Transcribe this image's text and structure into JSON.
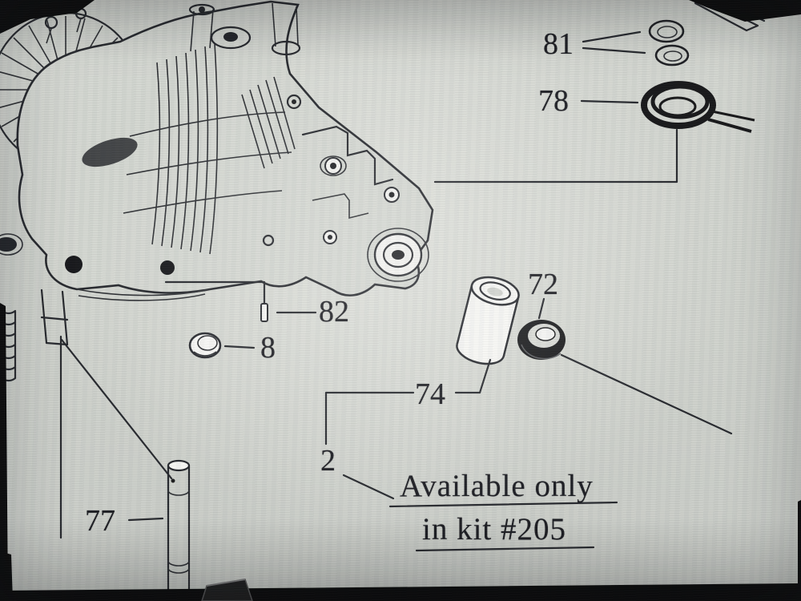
{
  "screen": {
    "background": "#cfd2cc",
    "bezel_color": "#070707",
    "line_color": "#23252a"
  },
  "callouts": [
    {
      "id": "81",
      "label": "81"
    },
    {
      "id": "78",
      "label": "78"
    },
    {
      "id": "82",
      "label": "82"
    },
    {
      "id": "8",
      "label": "8"
    },
    {
      "id": "72",
      "label": "72"
    },
    {
      "id": "74",
      "label": "74"
    },
    {
      "id": "2",
      "label": "2"
    },
    {
      "id": "77",
      "label": "77"
    }
  ],
  "note": {
    "line1": "Available only",
    "line2": "in kit #205"
  }
}
